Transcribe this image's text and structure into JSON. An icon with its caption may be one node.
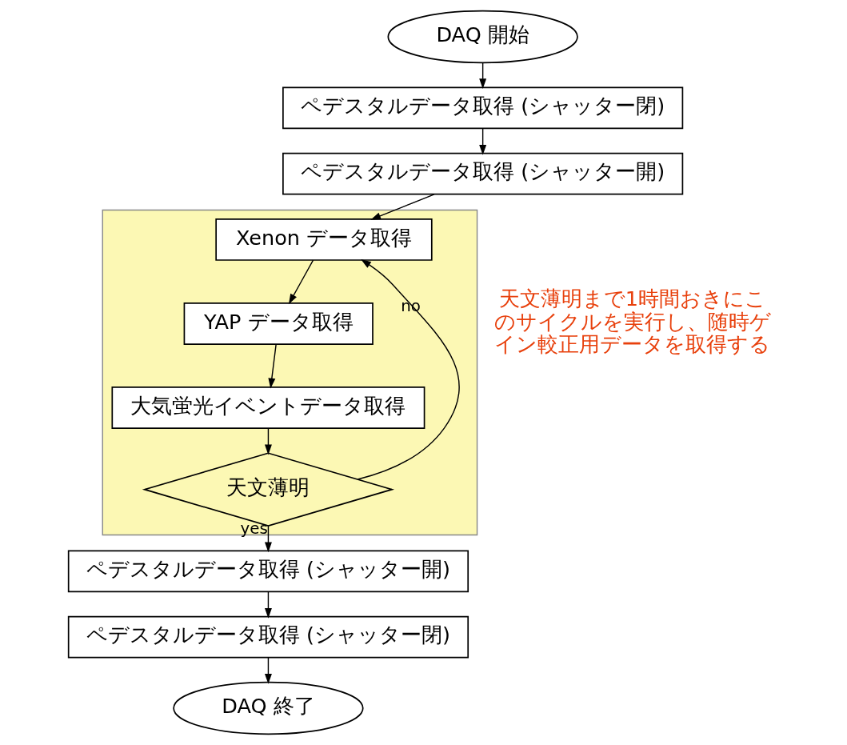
{
  "diagram": {
    "nodes": [
      {
        "text": [
          "DAQ 開始"
        ]
      },
      {
        "text": [
          "ペデスタルデータ取得 (シャッター閉)"
        ]
      },
      {
        "text": [
          "ペデスタルデータ取得 (シャッター開)"
        ]
      },
      {
        "text": [],
        "shape": "box"
      },
      {
        "text": [
          "Xenon データ取得"
        ],
        "in": 3
      },
      {
        "text": [
          "YAP データ取得"
        ],
        "in": 3
      },
      {
        "text": [
          "大気蛍光イベントデータ取得"
        ],
        "in": 3
      },
      {
        "text": [
          "天文薄明"
        ],
        "in": 3
      },
      {
        "text": [
          "ペデスタルデータ取得 (シャッター開)"
        ]
      },
      {
        "text": [
          "ペデスタルデータ取得 (シャッター閉)"
        ]
      },
      {
        "text": [
          "DAQ 終了"
        ]
      }
    ],
    "edges": [
      {
        "from": 0,
        "to": 1,
        "arrow": "to"
      },
      {
        "from": 1,
        "to": 2,
        "arrow": "to"
      },
      {
        "from": 2,
        "to": 4,
        "arrow": "to"
      },
      {
        "from": 4,
        "to": 5,
        "arrow": "to"
      },
      {
        "from": 5,
        "to": 6,
        "arrow": "to"
      },
      {
        "from": 6,
        "to": 7,
        "arrow": "to"
      },
      {
        "from": 7,
        "to": 4,
        "arrow": "to",
        "label": "no"
      },
      {
        "from": 7,
        "to": 8,
        "arrow": "to",
        "label": "yes"
      },
      {
        "from": 8,
        "to": 9,
        "arrow": "to"
      },
      {
        "from": 9,
        "to": 10,
        "arrow": "to"
      }
    ],
    "labels": [
      "天文薄明まで1時間おきにこのサイクルを実行し、随時ゲイン較正用データを取得する"
    ]
  }
}
